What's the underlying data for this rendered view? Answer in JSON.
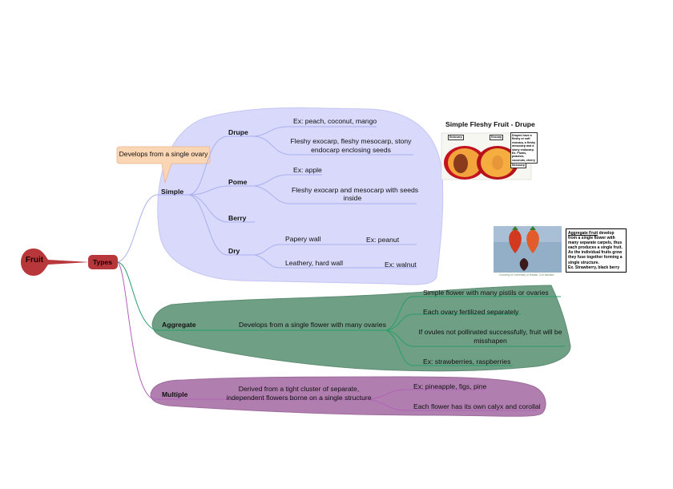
{
  "root": {
    "label": "Fruit"
  },
  "types": {
    "label": "Types"
  },
  "simple": {
    "label": "Simple",
    "callout": "Develops from a single ovary",
    "drupe": {
      "label": "Drupe",
      "ex": "Ex: peach, coconut, mango",
      "desc_1": "Fleshy exocarp, fleshy mesocarp, stony",
      "desc_2": "endocarp enclosing seeds"
    },
    "pome": {
      "label": "Pome",
      "ex": "Ex: apple",
      "desc_1": "Fleshy exocarp and mesocarp  with seeds",
      "desc_2": "inside"
    },
    "berry": {
      "label": "Berry"
    },
    "dry": {
      "label": "Dry",
      "papery": "Papery wall",
      "papery_ex": "Ex: peanut",
      "leathery": "Leathery, hard wall",
      "leathery_ex": "Ex: walnut"
    }
  },
  "aggregate": {
    "label": "Aggregate",
    "desc": "Develops from a single flower with many ovaries",
    "items": [
      "Simple flower with many pistils or ovaries",
      "Each ovary fertilized separately",
      "If ovules not pollinated successfully, fruit will be",
      "misshapen",
      "Ex: strawberries, raspberries"
    ]
  },
  "multiple": {
    "label": "Multiple",
    "desc_1": "Derived from a tight cluster of separate,",
    "desc_2": "independent flowers borne on a single structure",
    "ex": "Ex: pineapple, figs, pine",
    "calyx": "Each flower has its own calyx and corollal"
  },
  "drupe_photo": {
    "title": "Simple Fleshy Fruit - Drupe",
    "label_endocarp": "Endocarp",
    "label_exocarp": "Exocarp",
    "label_mesocarp": "Mesocarp",
    "note": "Drupes have a fleshy or soft exocarp, a fleshy mesocarp and a stony endocarp. Ex. Plums, peaches, coconuts, cherry"
  },
  "aggregate_photo": {
    "term": "Aggregate Fruit",
    "note": " develop from a single flower with many separate carpels, thus each produces a single fruit.  As the individual fruits grow they fuse together forming a single structure.",
    "example": "Ex. Strawberry, black berry",
    "credit": "Courtesy of University of Hawaii, Coll Maratta"
  },
  "colors": {
    "root": "#b8373a",
    "simple_fill": "#d8d9fb",
    "simple_line": "#aab0ee",
    "aggregate_fill": "#6f9f85",
    "aggregate_line": "#3aa877",
    "multiple_fill": "#b07faf",
    "multiple_line": "#b061b8",
    "callout": "#fbd6b4"
  }
}
